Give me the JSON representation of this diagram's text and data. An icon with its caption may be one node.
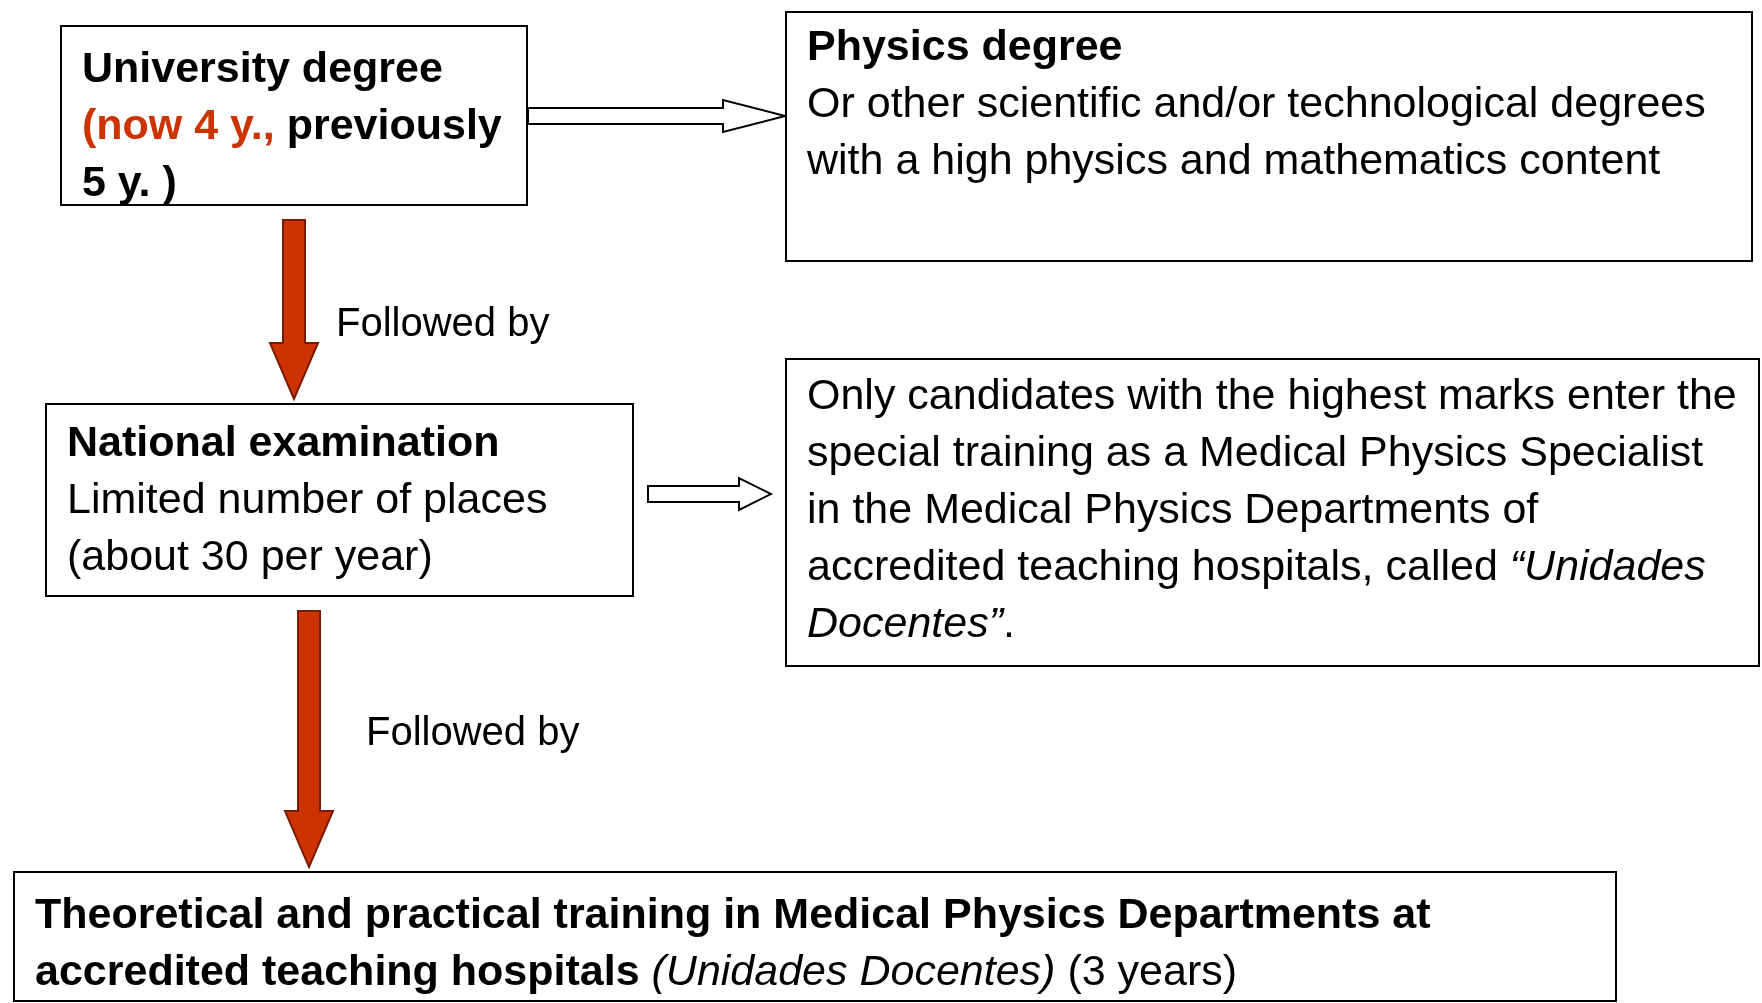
{
  "diagram": {
    "nodes": [
      {
        "text": [
          "University degree",
          "(now 4 y.,",
          "previously 5 y. )"
        ]
      },
      {
        "text": [
          "Physics degree",
          "Or other scientific and/or technological degrees with a high physics and mathematics content"
        ]
      },
      {
        "text": [
          "National examination",
          "Limited number of places (about 30 per year)"
        ]
      },
      {
        "text": [
          "Only candidates with the highest marks enter the special training as a Medical Physics Specialist in the Medical Physics Departments of accredited teaching hospitals, called *“Unidades Docentes”*."
        ]
      },
      {
        "text": [
          "**Theoretical and practical training in Medical Physics Departments at accredited teaching hospitals** *(Unidades Docentes)* (3 years)"
        ]
      }
    ],
    "edges": [
      {
        "from": 0,
        "to": 1,
        "arrow": "to"
      },
      {
        "from": 0,
        "to": 2,
        "arrow": "to",
        "label": "Followed by",
        "style": "thick",
        "color": "#cc3300"
      },
      {
        "from": 2,
        "to": 3,
        "arrow": "to"
      },
      {
        "from": 2,
        "to": 4,
        "arrow": "to",
        "label": "Followed by",
        "style": "thick",
        "color": "#cc3300"
      }
    ]
  }
}
